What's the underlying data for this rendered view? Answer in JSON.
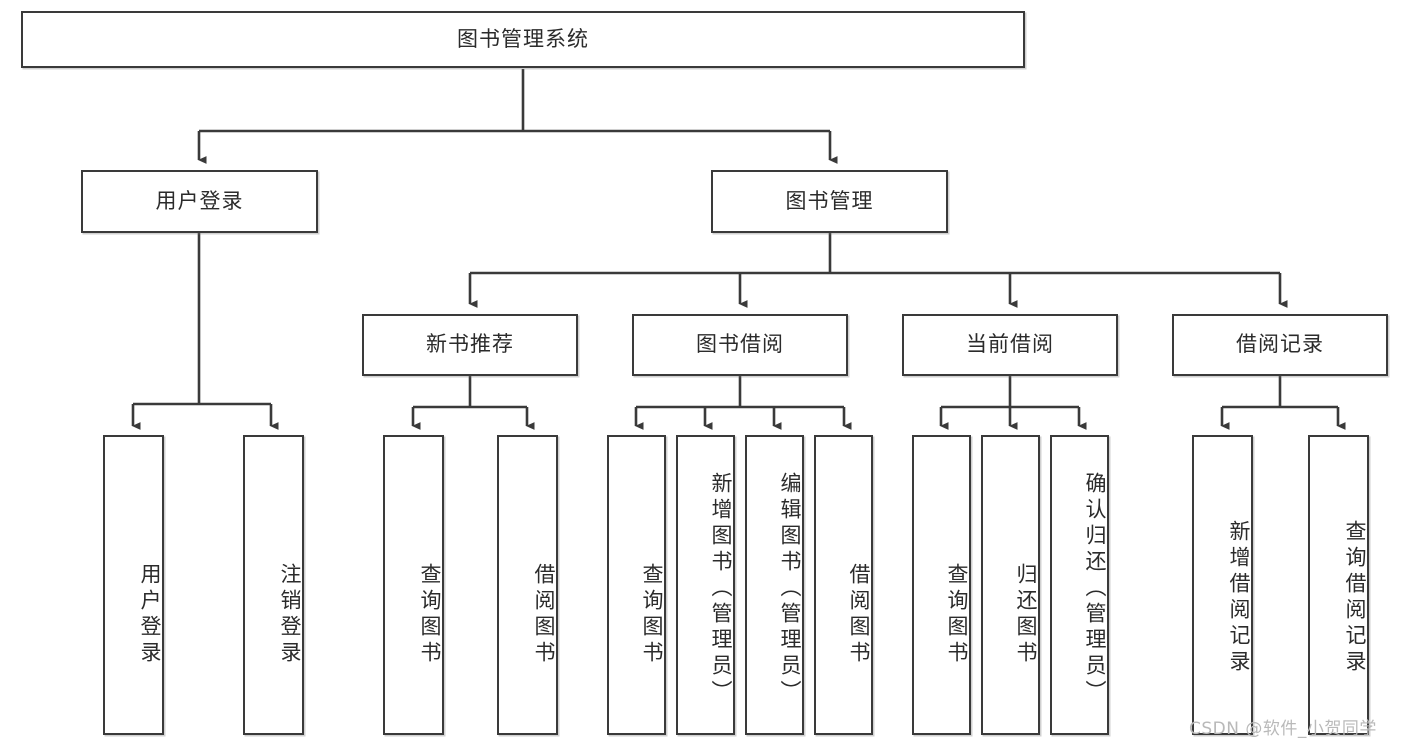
{
  "diagram": {
    "title": "图书管理系统",
    "type": "tree-hierarchy",
    "root": {
      "label": "图书管理系统"
    },
    "level1": [
      {
        "label": "用户登录"
      },
      {
        "label": "图书管理"
      }
    ],
    "level2": [
      {
        "label": "新书推荐",
        "parent": "图书管理"
      },
      {
        "label": "图书借阅",
        "parent": "图书管理"
      },
      {
        "label": "当前借阅",
        "parent": "图书管理"
      },
      {
        "label": "借阅记录",
        "parent": "图书管理"
      }
    ],
    "leaves": {
      "user_login": [
        {
          "label": "用户登录"
        },
        {
          "label": "注销登录"
        }
      ],
      "new_book_recommend": [
        {
          "label": "查询图书"
        },
        {
          "label": "借阅图书"
        }
      ],
      "book_borrow": [
        {
          "label": "查询图书"
        },
        {
          "label": "新增图书（管理员）"
        },
        {
          "label": "编辑图书（管理员）"
        },
        {
          "label": "借阅图书"
        }
      ],
      "current_borrow": [
        {
          "label": "查询图书"
        },
        {
          "label": "归还图书"
        },
        {
          "label": "确认归还（管理员）"
        }
      ],
      "borrow_records": [
        {
          "label": "新增借阅记录"
        },
        {
          "label": "查询借阅记录"
        }
      ]
    },
    "watermark": "CSDN @软件_小贺同学",
    "colors": {
      "stroke": "#3a3a3a",
      "background": "#ffffff",
      "text": "#2b2b2b",
      "watermark": "#b9b9b9"
    }
  }
}
